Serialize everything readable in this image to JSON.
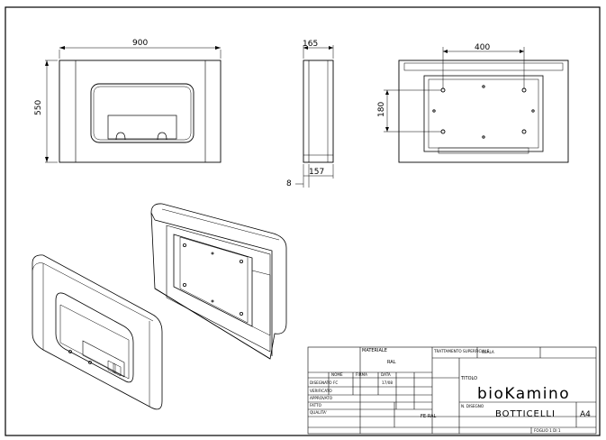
{
  "dimensions": {
    "front_width": "900",
    "front_height": "550",
    "side_depth": "165",
    "side_base": "157",
    "side_offset": "8",
    "back_holes_h": "400",
    "back_holes_v": "180"
  },
  "title_block": {
    "material_label": "MATERIALE",
    "finish": "RAL",
    "finish_bottom": "FE-RAL",
    "trattamento": "TRATTAMENTO SUPERFICIALE",
    "scala_label": "SCALA",
    "title_label": "TITOLO",
    "brand": "bioKamino",
    "product": "BOTTICELLI",
    "format": "A4",
    "designed_by": "FC",
    "date": "17/08",
    "rows": [
      "DISEGNATO",
      "VERIFICATO",
      "APPROVATO",
      "FATTO",
      "QUALITA'"
    ],
    "cols": [
      "NOME",
      "FIRMA",
      "DATA"
    ],
    "codice_label": "N. DISEGNO",
    "foglio_label": "FOGLIO 1 DI 1"
  }
}
